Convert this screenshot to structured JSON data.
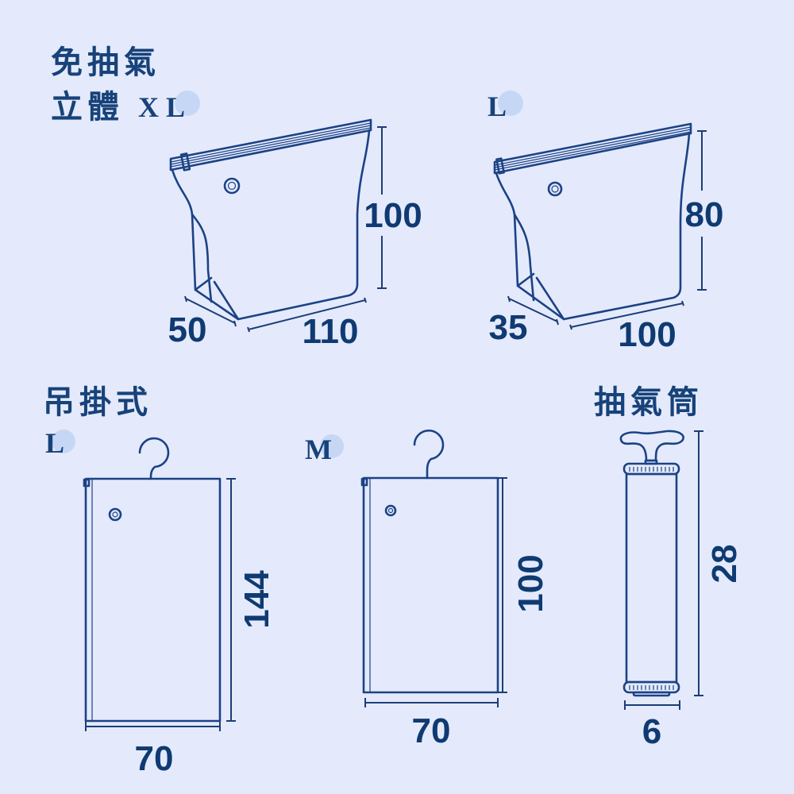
{
  "titles": {
    "standing_line1": "免抽氣",
    "standing_line2": "立體",
    "hanging": "吊掛式",
    "pump": "抽氣筒"
  },
  "sizes": {
    "standing_xl": "X L",
    "standing_l": "L",
    "hanging_l": "L",
    "hanging_m": "M"
  },
  "dimensions": {
    "standing_xl": {
      "height": "100",
      "depth": "50",
      "width": "110"
    },
    "standing_l": {
      "height": "80",
      "depth": "35",
      "width": "100"
    },
    "hanging_l": {
      "height": "144",
      "width": "70"
    },
    "hanging_m": {
      "height": "100",
      "width": "70"
    },
    "pump": {
      "height": "28",
      "width": "6"
    }
  },
  "colors": {
    "background": "#e4eafb",
    "line": "#1c4286",
    "text": "#0f3a72",
    "accent_dot": "#c6d7f6"
  }
}
